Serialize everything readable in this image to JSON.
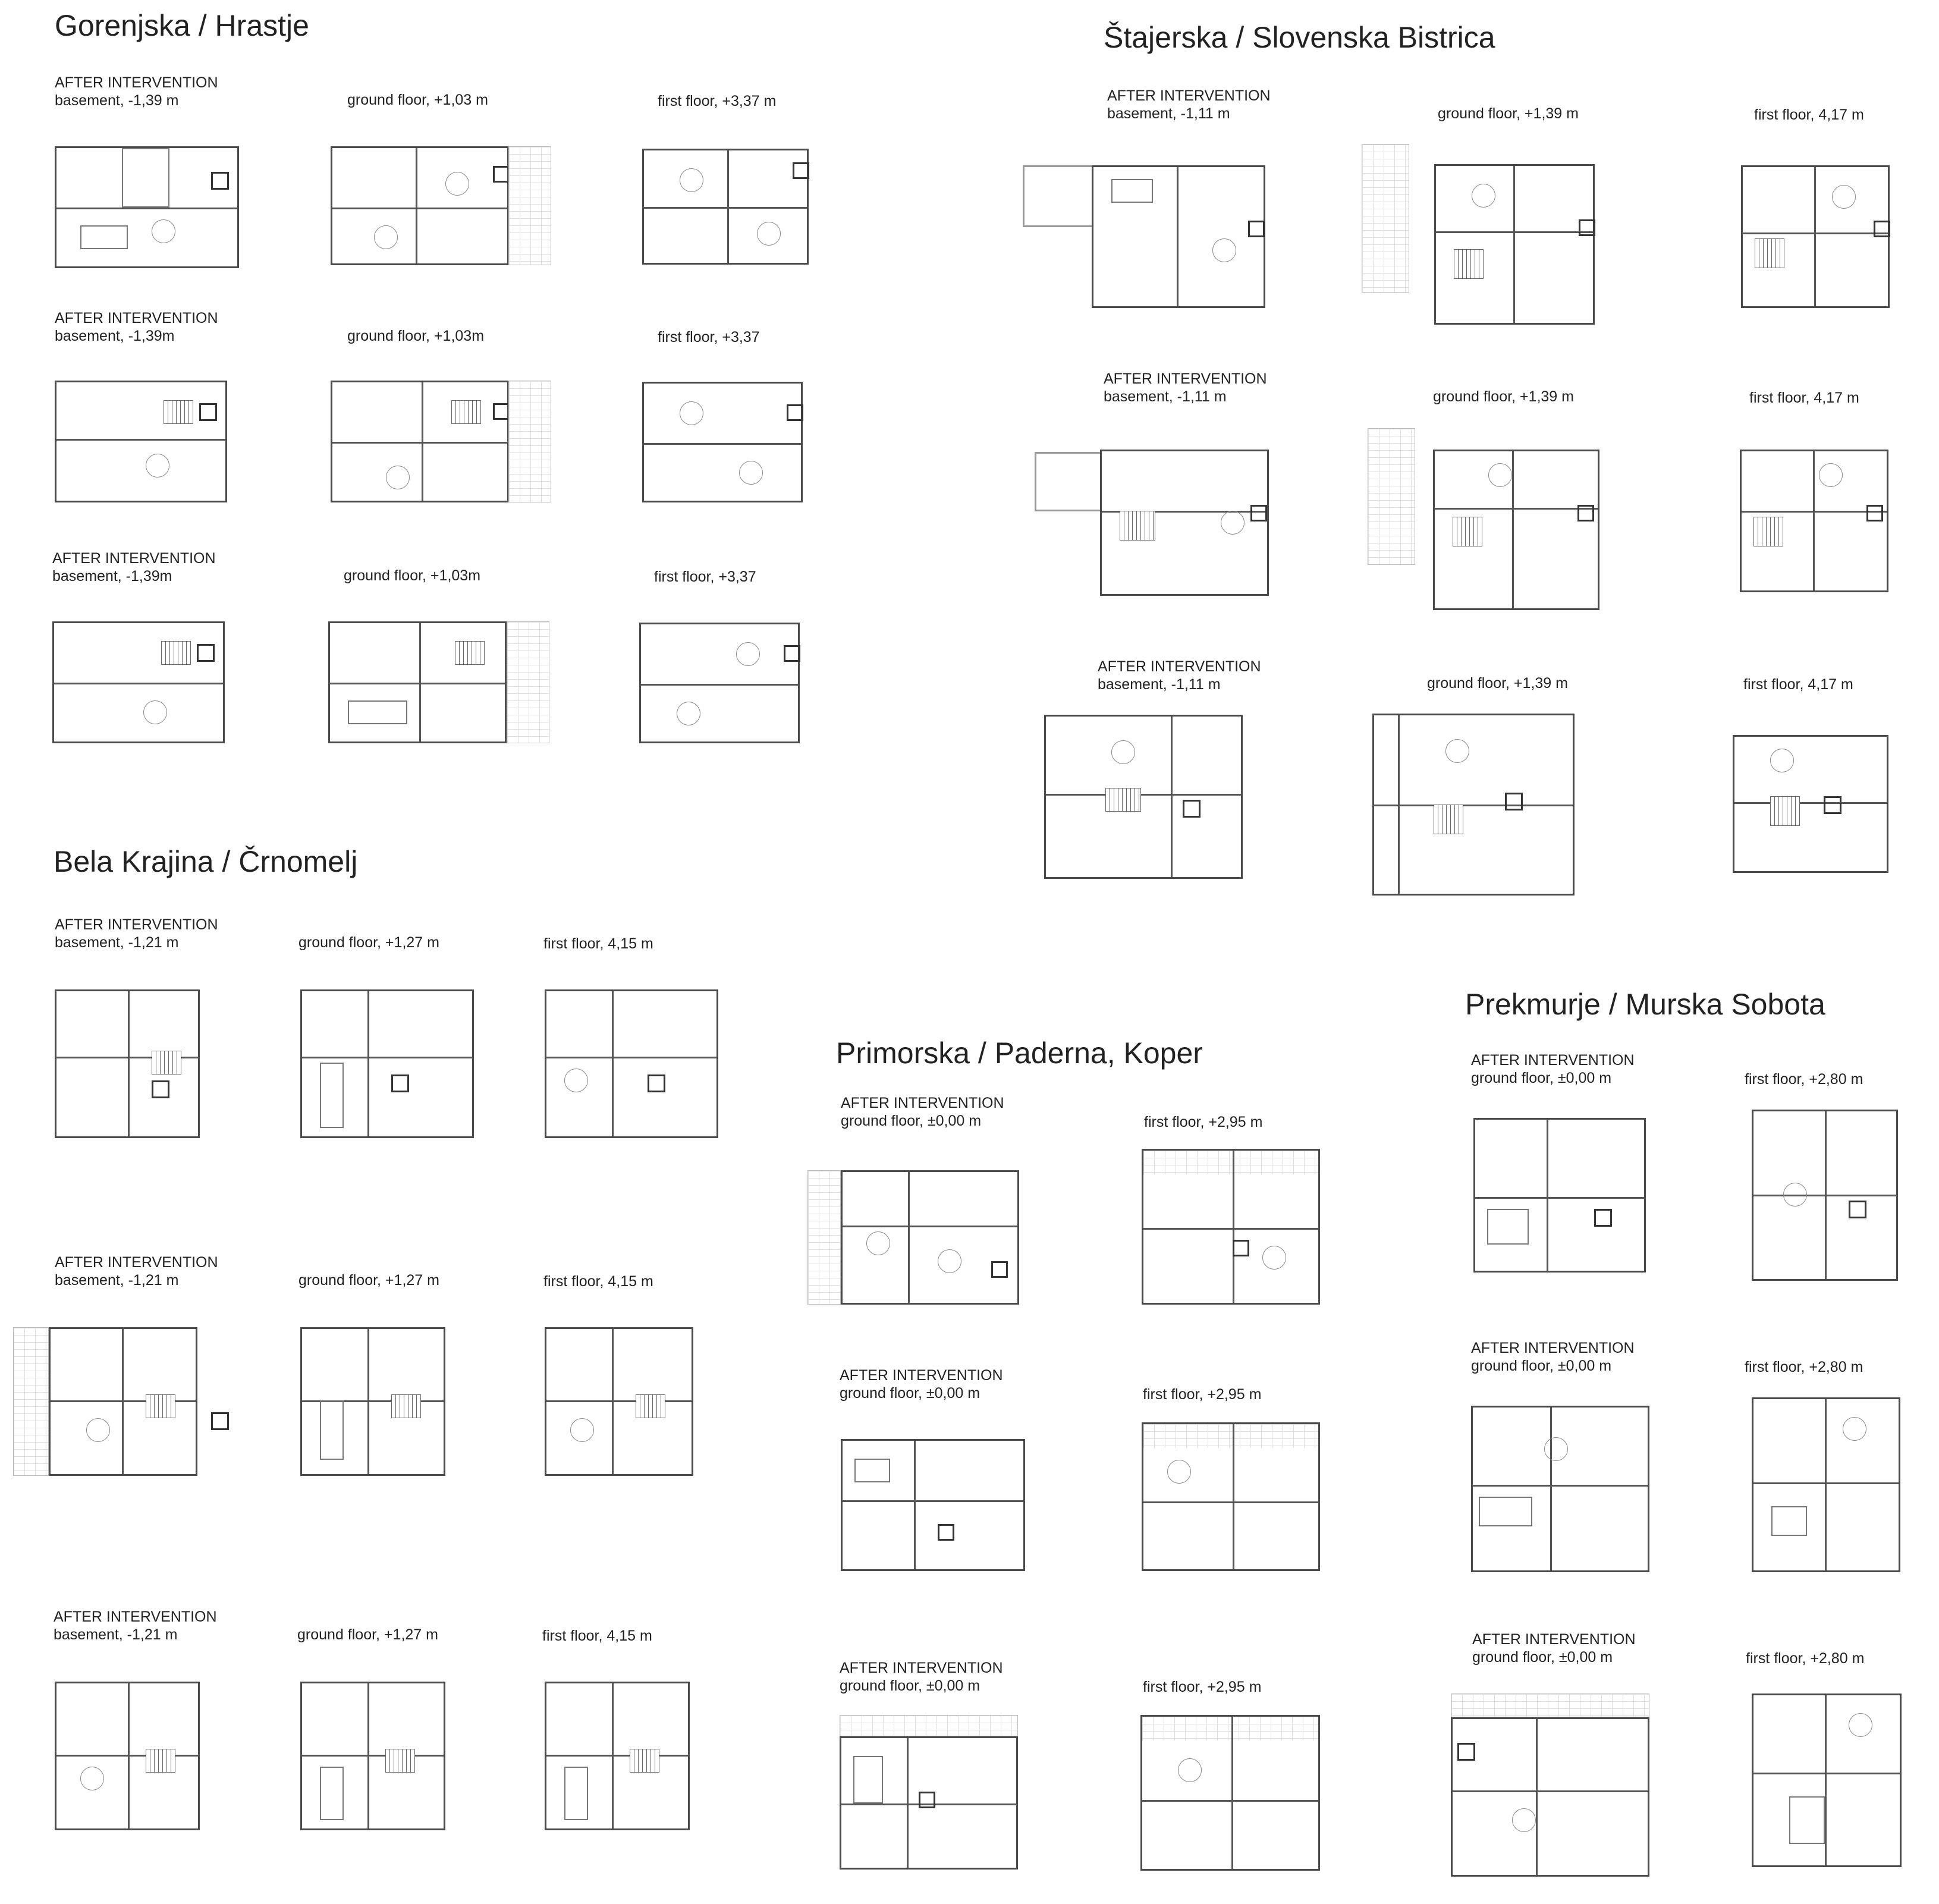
{
  "regions": {
    "gorenjska": {
      "title": "Gorenjska / Hrastje",
      "rows": [
        [
          "AFTER INTERVENTION",
          "basement, -1,39 m",
          "ground floor, +1,03 m",
          "first floor, +3,37 m"
        ],
        [
          "AFTER INTERVENTION",
          "basement, -1,39m",
          "ground floor, +1,03m",
          "first floor, +3,37"
        ],
        [
          "AFTER INTERVENTION",
          "basement, -1,39m",
          "ground floor, +1,03m",
          "first floor, +3,37"
        ]
      ]
    },
    "stajerska": {
      "title": "Štajerska / Slovenska Bistrica",
      "rows": [
        [
          "AFTER INTERVENTION",
          "basement, -1,11 m",
          "ground floor, +1,39 m",
          "first floor, 4,17 m"
        ],
        [
          "AFTER INTERVENTION",
          "basement, -1,11 m",
          "ground floor, +1,39 m",
          "first floor, 4,17 m"
        ],
        [
          "AFTER INTERVENTION",
          "basement, -1,11 m",
          "ground floor, +1,39 m",
          "first floor, 4,17 m"
        ]
      ]
    },
    "bela_krajina": {
      "title": "Bela Krajina / Črnomelj",
      "rows": [
        [
          "AFTER INTERVENTION",
          "basement, -1,21 m",
          "ground floor, +1,27 m",
          "first floor, 4,15 m"
        ],
        [
          "AFTER INTERVENTION",
          "basement, -1,21 m",
          "ground floor, +1,27 m",
          "first floor, 4,15 m"
        ],
        [
          "AFTER INTERVENTION",
          "basement, -1,21 m",
          "ground floor, +1,27 m",
          "first floor, 4,15 m"
        ]
      ]
    },
    "primorska": {
      "title": "Primorska / Paderna, Koper",
      "rows": [
        [
          "AFTER INTERVENTION",
          "ground floor, ±0,00 m",
          "first floor, +2,95 m"
        ],
        [
          "AFTER INTERVENTION",
          "ground floor, ±0,00 m",
          "first floor, +2,95 m"
        ],
        [
          "AFTER INTERVENTION",
          "ground floor, ±0,00 m",
          "first floor, +2,95 m"
        ]
      ]
    },
    "prekmurje": {
      "title": "Prekmurje / Murska Sobota",
      "rows": [
        [
          "AFTER INTERVENTION",
          "ground floor, ±0,00 m",
          "first floor, +2,80 m"
        ],
        [
          "AFTER INTERVENTION",
          "ground floor, ±0,00 m",
          "first floor, +2,80 m"
        ],
        [
          "AFTER INTERVENTION",
          "ground floor, ±0,00 m",
          "first floor, +2,80 m"
        ]
      ]
    }
  },
  "colors": {
    "line": "#4a4a4a",
    "text": "#222222",
    "hatch": "#dddddd"
  }
}
